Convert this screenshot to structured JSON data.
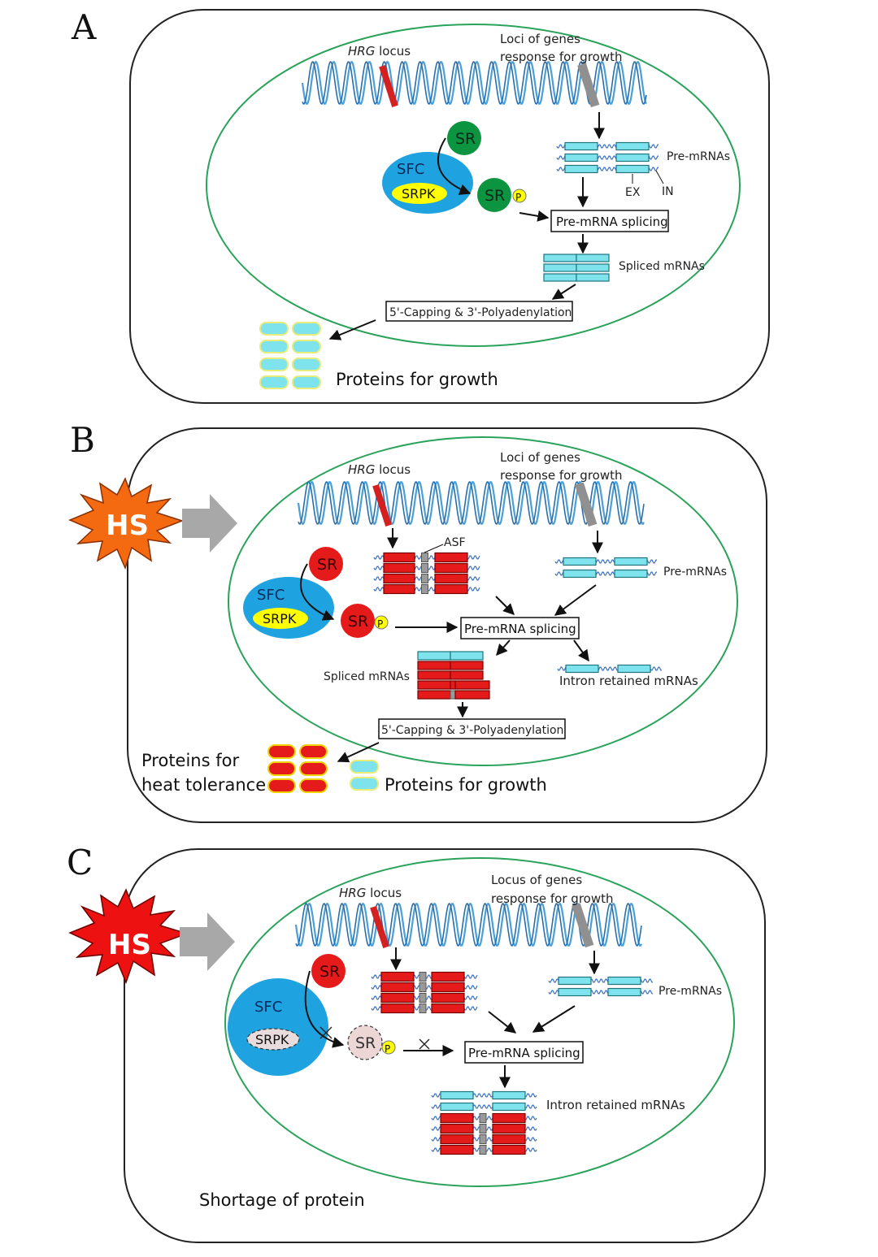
{
  "panels": [
    {
      "letter": "A",
      "hrg_italic": "HRG",
      "hrg_rest": " locus",
      "loci_line1": "Loci of genes",
      "loci_line2": "response for growth",
      "sr": "SR",
      "sfc": "SFC",
      "srpk": "SRPK",
      "p": "P",
      "pre_mrnas": "Pre-mRNAs",
      "ex": "EX",
      "in": "IN",
      "splicing": "Pre-mRNA splicing",
      "spliced": "Spliced mRNAs",
      "capping": "5'-Capping &  3'-Polyadenylation",
      "proteins_growth": "Proteins for growth"
    },
    {
      "letter": "B",
      "hs": "HS",
      "hrg_italic": "HRG",
      "hrg_rest": " locus",
      "loci_line1": "Loci of genes",
      "loci_line2": "response for growth",
      "asf": "ASF",
      "sr": "SR",
      "sfc": "SFC",
      "srpk": "SRPK",
      "p": "P",
      "pre_mrnas": "Pre-mRNAs",
      "splicing": "Pre-mRNA splicing",
      "spliced": "Spliced mRNAs",
      "intron_retained": "Intron retained mRNAs",
      "capping": "5'-Capping & 3'-Polyadenylation",
      "heat_line1": "Proteins for",
      "heat_line2": "heat tolerance",
      "proteins_growth": "Proteins for growth"
    },
    {
      "letter": "C",
      "hs": "HS",
      "hrg_italic": "HRG",
      "hrg_rest": " locus",
      "loci_line1": "Locus of genes",
      "loci_line2": "response for growth",
      "sr": "SR",
      "sfc": "SFC",
      "srpk": "SRPK",
      "p": "P",
      "pre_mrnas": "Pre-mRNAs",
      "splicing": "Pre-mRNA splicing",
      "intron_retained": "Intron retained mRNAs",
      "shortage": "Shortage of protein"
    }
  ],
  "colors": {
    "cyan_exon": "#7fe3ee",
    "red_exon": "#e51b1b",
    "sr_green": "#0c9440",
    "sr_red": "#e51b1b",
    "sfc_blue": "#1ea3e0",
    "srpk_yellow": "#ffff00",
    "hs_orange": "#f46a10",
    "hs_red": "#ee1111",
    "nucleus_green": "#2aa35a"
  }
}
